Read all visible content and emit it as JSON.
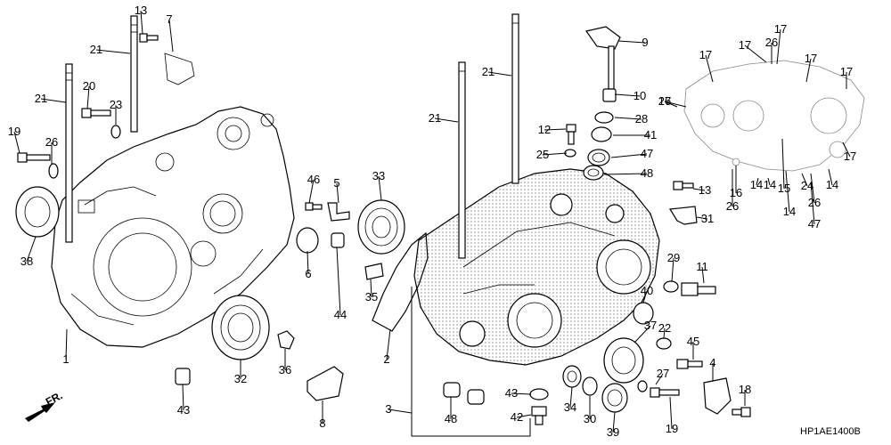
{
  "diagram": {
    "code": "HP1AE1400B",
    "front_label": "FR.",
    "callouts": [
      "1",
      "2",
      "3",
      "4",
      "5",
      "6",
      "7",
      "8",
      "9",
      "10",
      "11",
      "12",
      "13",
      "13",
      "14",
      "14",
      "14",
      "14",
      "15",
      "16",
      "17",
      "17",
      "17",
      "17",
      "17",
      "17",
      "17",
      "18",
      "19",
      "19",
      "20",
      "21",
      "21",
      "21",
      "21",
      "22",
      "23",
      "24",
      "25",
      "26",
      "26",
      "26",
      "26",
      "26",
      "27",
      "28",
      "29",
      "30",
      "31",
      "32",
      "33",
      "34",
      "35",
      "36",
      "37",
      "38",
      "39",
      "40",
      "41",
      "42",
      "43",
      "43",
      "44",
      "45",
      "46",
      "47",
      "47",
      "48",
      "48"
    ]
  }
}
